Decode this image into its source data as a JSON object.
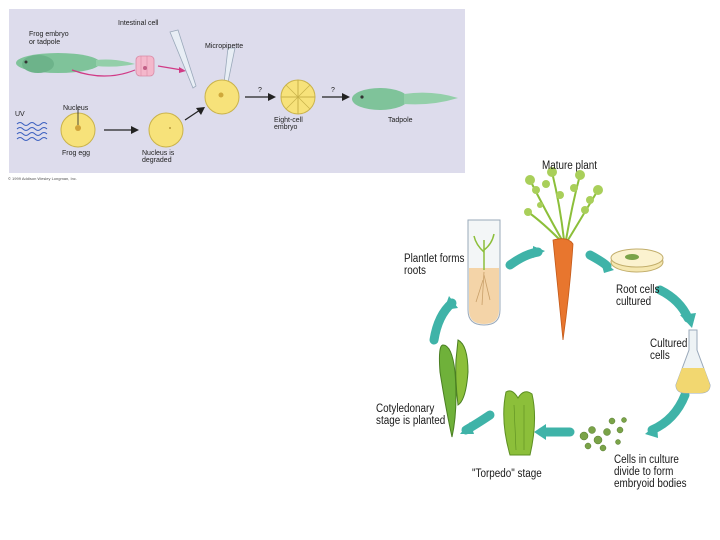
{
  "frog_figure": {
    "labels": {
      "frog_embryo": "Frog embryo",
      "or_tadpole": "or tadpole",
      "intestinal_cell": "Intestinal cell",
      "micropipette": "Micropipette",
      "uv": "UV",
      "nucleus": "Nucleus",
      "frog_egg": "Frog egg",
      "nucleus_is": "Nucleus is",
      "degraded": "degraded",
      "q1": "?",
      "q2": "?",
      "eight_cell": "Eight-cell",
      "embryo": "embryo",
      "tadpole": "Tadpole"
    },
    "credit": "© 1999 Addison Wesley Longman, Inc."
  },
  "plant_figure": {
    "labels": {
      "mature_plant": "Mature plant",
      "root_cells": "Root cells",
      "cultured": "cultured",
      "cultured2": "Cultured",
      "cells": "cells",
      "cells_in_culture": "Cells in culture",
      "divide_to_form": "divide to form",
      "embryoid_bodies": "embryoid bodies",
      "torpedo_stage": "\"Torpedo\" stage",
      "cotyledonary": "Cotyledonary",
      "stage_is_planted": "stage is planted",
      "plantlet_forms": "Plantlet forms",
      "roots": "roots"
    }
  },
  "colors": {
    "panel_bg": "#dddcec",
    "embryo_green": "#7fc39a",
    "egg_yellow": "#f7e27a",
    "arrow_teal": "#3fb3a8",
    "carrot_orange": "#e8762e",
    "leaf_green": "#8cbf3a"
  }
}
